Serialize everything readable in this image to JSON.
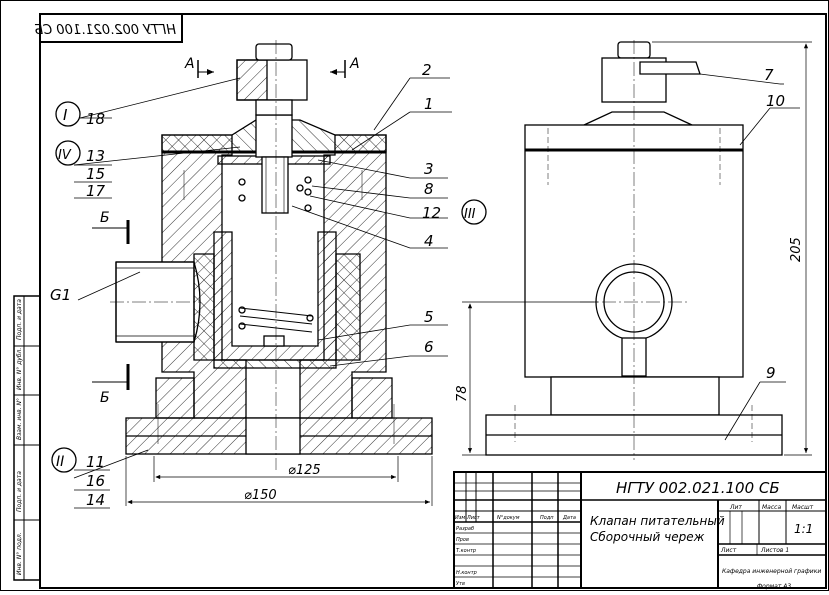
{
  "document": {
    "stamp_mirrored": "НГТУ 002.021.100 СБ",
    "section_a": "А",
    "section_b": "Б",
    "callouts": {
      "c1": "1",
      "c2": "2",
      "c3": "3",
      "c4": "4",
      "c5": "5",
      "c6": "6",
      "c7": "7",
      "c8": "8",
      "c9": "9",
      "c10": "10",
      "c12": "12",
      "c11": "11",
      "c13": "13",
      "c14": "14",
      "c15": "15",
      "c16": "16",
      "c17": "17",
      "c18": "18"
    },
    "roman": {
      "r1": "I",
      "r2": "II",
      "r3": "III",
      "r4": "IV"
    },
    "thread_label": "G1",
    "dim_d125": "⌀125",
    "dim_d150": "⌀150",
    "dim_205": "205",
    "dim_78": "78",
    "title_block": {
      "designation": "НГТУ 002.021.100 СБ",
      "name_line1": "Клапан питательный",
      "name_line2": "Сборочный череж",
      "lit_hdr": "Лит",
      "mass_hdr": "Масса",
      "scale_hdr": "Масшт",
      "scale": "1:1",
      "sheet": "Лист",
      "sheets": "Листов 1",
      "org": "Кафедра инженерной графики",
      "format": "Формат А3",
      "col_izm": "Изм",
      "col_list": "Лист",
      "col_doc": "N°докум",
      "col_sign": "Подп",
      "col_date": "Дата",
      "row_razrab": "Разраб",
      "row_prov": "Пров",
      "row_tkontr": "Т.контр",
      "row_nkontr": "Н.контр",
      "row_utv": "Утв"
    },
    "left_strip": [
      "Подп. и дата",
      "Инв. N° дубл.",
      "Взам. инв. N°",
      "Подп. и дата",
      "Инв. N° подл."
    ]
  }
}
